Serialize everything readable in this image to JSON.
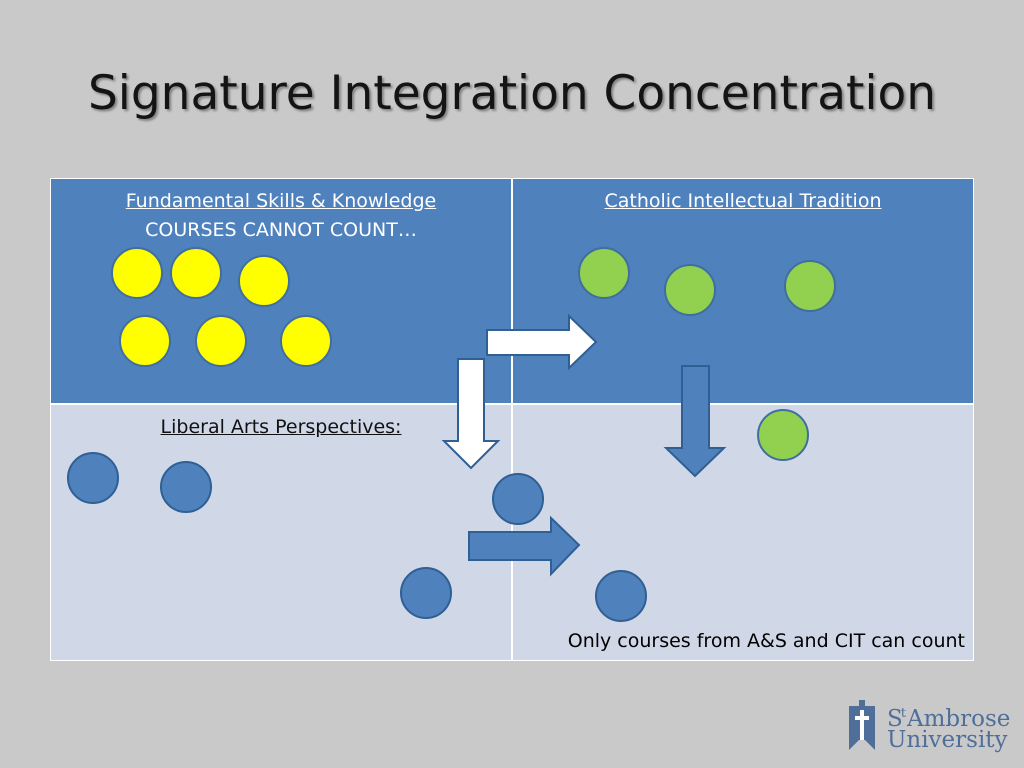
{
  "slide": {
    "title": "Signature Integration Concentration",
    "quadrants": {
      "top_left": {
        "heading": "Fundamental Skills & Knowledge",
        "subheading": "COURSES CANNOT COUNT…"
      },
      "top_right": {
        "heading": "Catholic Intellectual Tradition"
      },
      "bottom_left": {
        "heading": "Liberal Arts Perspectives:"
      },
      "bottom_right": {
        "note": "Only courses from A&S and CIT can count"
      }
    },
    "logo": {
      "text_line1_prefix": "S",
      "text_line1_sup": "t",
      "text_line1_suffix": "Ambrose",
      "text_line2": "University"
    }
  },
  "colors": {
    "background": "#c9c9c9",
    "top_band": "#4f81bd",
    "bottom_band": "#d0d8e8",
    "yellow_dot": "#ffff00",
    "green_dot": "#92d050",
    "blue_dot": "#4f81bd",
    "white_arrow": "#ffffff",
    "blue_arrow": "#4f81bd",
    "logo_color": "#4f6f9a"
  }
}
